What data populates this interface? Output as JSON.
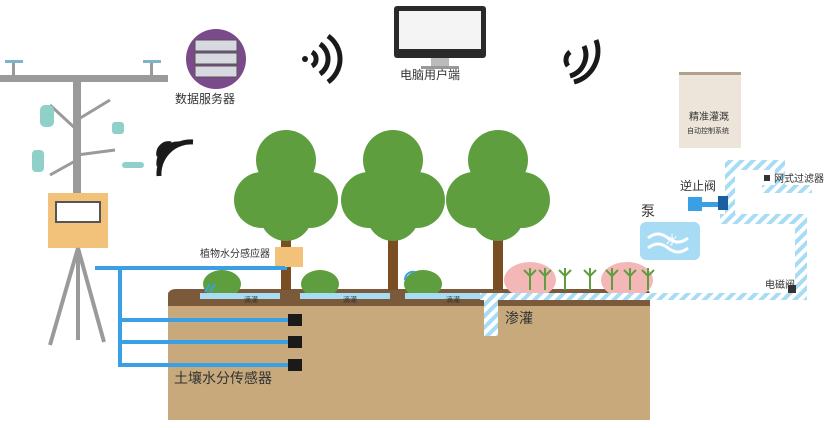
{
  "labels": {
    "data_server": "数据服务器",
    "pc_client": "电脑用户端",
    "precision_irrigation": "精准灌溉",
    "auto_control_system": "自动控制系统",
    "check_valve": "逆止阀",
    "mesh_filter": "网式过滤器",
    "pump": "泵",
    "water": "水",
    "solenoid_valve": "电磁阀",
    "plant_moisture_sensor": "植物水分感应器",
    "drip_1": "滴灌",
    "drip_2": "滴灌",
    "drip_3": "滴灌",
    "seepage_irrigation": "渗灌",
    "soil_moisture_sensor": "土壤水分传感器"
  },
  "colors": {
    "soil": "#c7a97c",
    "soil_top": "#7a5a3a",
    "pipe_blue": "#3aa0e6",
    "light_blue": "#a8dcf5",
    "tree_green": "#5f9e3e",
    "trunk": "#7a4e22",
    "panel_orange": "#f2c27a",
    "server_purple": "#7a4a8a",
    "pole_gray": "#8a8a8a",
    "highlight_pink": "#f4b7b7"
  },
  "icons": [
    "wifi-icon",
    "server-icon",
    "monitor-icon",
    "weather-station-icon",
    "pump-icon",
    "valve-icon"
  ]
}
